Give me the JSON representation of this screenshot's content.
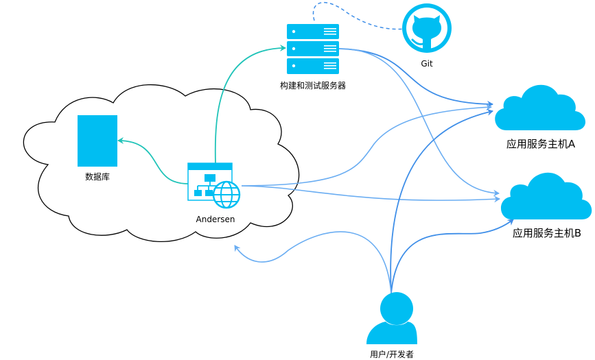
{
  "nodes": {
    "build_server": {
      "label": "构建和测试服务器",
      "icon": "server-rack-icon"
    },
    "git": {
      "label": "Git",
      "icon": "github-icon"
    },
    "database": {
      "label": "数据库",
      "icon": "database-icon"
    },
    "andersen": {
      "label": "Andersen",
      "icon": "web-app-sitemap-icon"
    },
    "host_a": {
      "label": "应用服务主机A",
      "icon": "cloud-icon"
    },
    "host_b": {
      "label": "应用服务主机B",
      "icon": "cloud-icon"
    },
    "user": {
      "label": "用户/开发者",
      "icon": "user-icon"
    },
    "network_cloud": {
      "label": "",
      "icon": "cloud-outline-icon"
    }
  },
  "colors": {
    "icon_fill": "#00BEF2",
    "teal_edge": "#1FC3B8",
    "blue_edge": "#3E8EE8",
    "light_edge": "#6AADF2",
    "outline": "#000000"
  }
}
